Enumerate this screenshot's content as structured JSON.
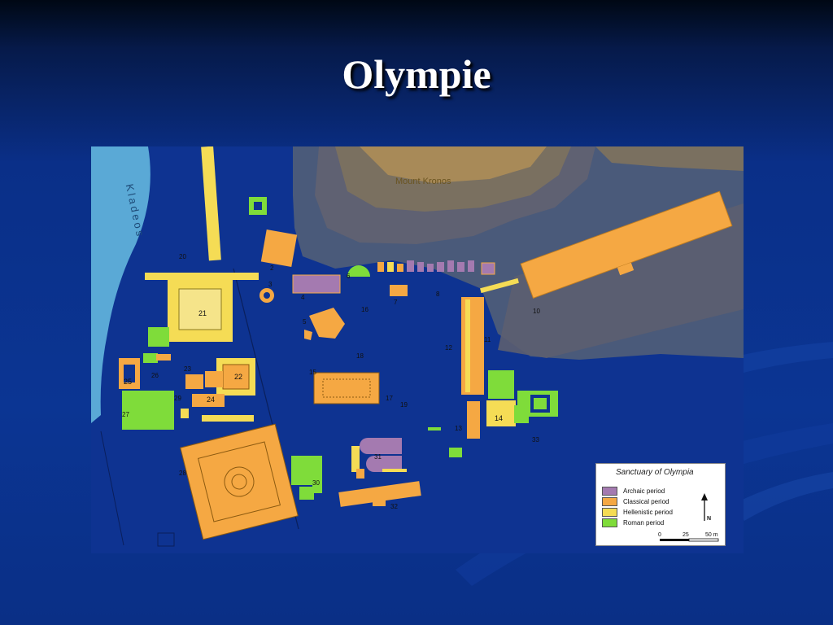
{
  "slide": {
    "title": "Olympie"
  },
  "map": {
    "labels": {
      "river": "Kladeos",
      "mountain": "Mount Kronos"
    },
    "numbers": {
      "n2": "2",
      "n3": "3",
      "n4": "4",
      "n5": "5",
      "n6": "6",
      "n7": "7",
      "n8": "8",
      "n10": "10",
      "n11": "11",
      "n12": "12",
      "n13": "13",
      "n14": "14",
      "n15": "15",
      "n16": "16",
      "n17": "17",
      "n18": "18",
      "n19": "19",
      "n20": "20",
      "n21": "21",
      "n22": "22",
      "n23": "23",
      "n24": "24",
      "n25": "25",
      "n26": "26",
      "n27": "27",
      "n28": "28",
      "n29": "29",
      "n30": "30",
      "n31": "31",
      "n32": "32",
      "n33": "33"
    },
    "colors": {
      "archaic": "#a47ab0",
      "classical": "#f5a843",
      "hellenistic": "#f5dc55",
      "roman": "#7fdc3a",
      "river": "#5aa9d6",
      "hill_low": "#4a5a7a",
      "hill_mid": "#7a7060",
      "hill_top": "#a88a58"
    }
  },
  "legend": {
    "title": "Sanctuary of Olympia",
    "items": [
      {
        "label": "Archaic period",
        "color": "#a47ab0"
      },
      {
        "label": "Classical period",
        "color": "#f5a843"
      },
      {
        "label": "Hellenistic period",
        "color": "#f5dc55"
      },
      {
        "label": "Roman period",
        "color": "#7fdc3a"
      }
    ],
    "north": "N",
    "scale_ticks": [
      "0",
      "25",
      "50 m"
    ]
  }
}
